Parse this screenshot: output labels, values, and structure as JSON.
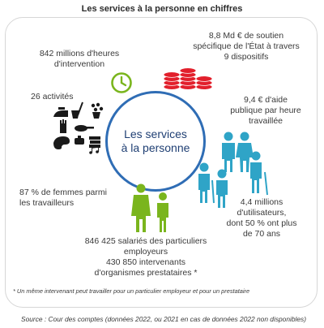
{
  "title": "Les services à la personne en chiffres",
  "hub": {
    "line1": "Les services",
    "line2": "à la personne"
  },
  "stats": {
    "hours": {
      "line1": "842 millions d'heures",
      "line2": "d'intervention"
    },
    "state_support": {
      "line1": "8,8 Md € de soutien",
      "line2": "spécifique de l'État à travers",
      "line3": "9 dispositifs"
    },
    "activities": {
      "line1": "26 activités"
    },
    "aid_per_hour": {
      "line1": "9,4 € d'aide",
      "line2": "publique par heure",
      "line3": "travaillée"
    },
    "women": {
      "line1": "87 % de femmes parmi",
      "line2": "les travailleurs"
    },
    "users": {
      "line1": "4,4 millions",
      "line2": "d'utilisateurs,",
      "line3": "dont 50 % ont plus",
      "line4": "de 70 ans"
    },
    "employees": {
      "line1": "846 425 salariés des particuliers",
      "line2": "employeurs",
      "line3": "430 850 intervenants",
      "line4": "d'organismes prestataires *"
    }
  },
  "footnote": "* Un même intervenant peut travailler pour un particulier employeur et pour un prestataire",
  "source": "Source : Cour des comptes (données 2022, ou 2021 en cas de données 2022 non disponibles)",
  "icons": {
    "clock": "clock-icon",
    "coins": "coins-icon",
    "activities": "household-activities-icon",
    "family": "family-users-icon",
    "workers": "workers-icon"
  },
  "colors": {
    "hub_border": "#2f6db5",
    "hub_text": "#1f3f73",
    "clock": "#7ab51d",
    "coins": "#e2202c",
    "people_users": "#2fa4c7",
    "people_workers": "#7ab51d",
    "activities": "#1a1a1a"
  }
}
